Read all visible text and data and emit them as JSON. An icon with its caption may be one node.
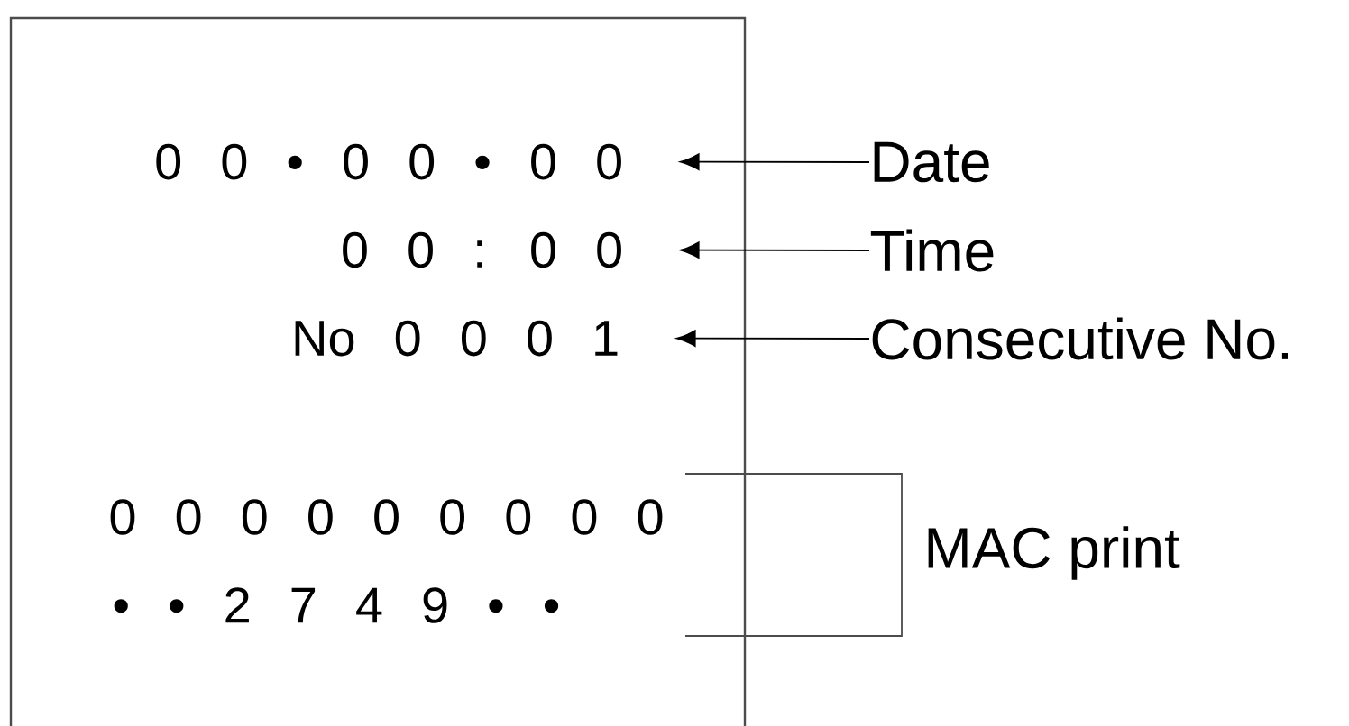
{
  "diagram": {
    "nodes": [
      {
        "text": [],
        "shape": "box"
      },
      {
        "text": [
          "0 0 • 0 0 • 0 0"
        ],
        "in": 0
      },
      {
        "text": [
          "0 0 : 0 0"
        ],
        "in": 0
      },
      {
        "text": [
          "No 0 0 0 1"
        ],
        "in": 0
      },
      {
        "text": [
          "Date"
        ]
      },
      {
        "text": [
          "Time"
        ]
      },
      {
        "text": [
          "Consecutive No."
        ]
      }
    ],
    "edges": [
      {
        "from": 4,
        "to": 1,
        "arrow": "to"
      },
      {
        "from": 5,
        "to": 2,
        "arrow": "to"
      },
      {
        "from": 6,
        "to": 3,
        "arrow": "to"
      }
    ],
    "labels": [
      "0 0 0 0 0 0 0 0 0",
      "• • 2 7 4 9 • •",
      "MAC print"
    ]
  }
}
